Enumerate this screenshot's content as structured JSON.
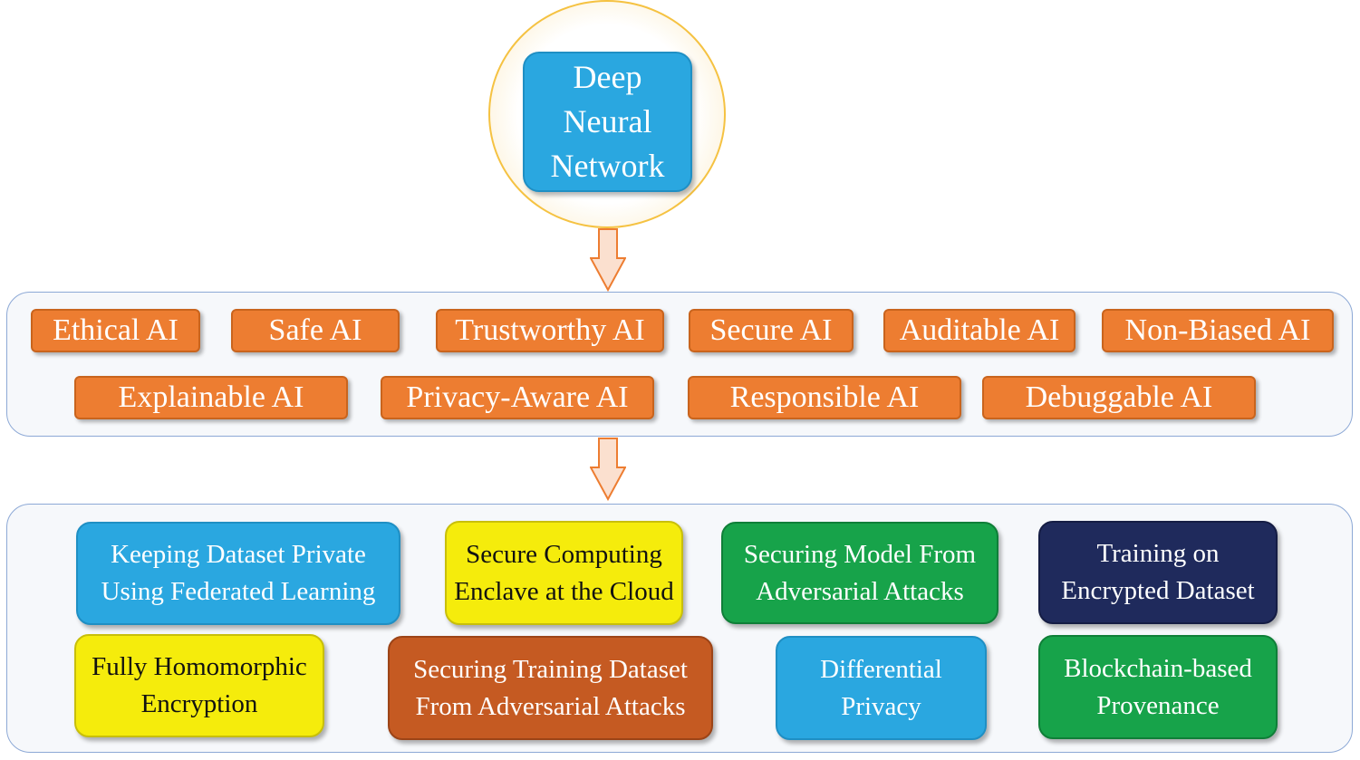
{
  "root": {
    "label": "Deep Neural Network"
  },
  "principles": [
    "Ethical AI",
    "Safe AI",
    "Trustworthy AI",
    "Secure AI",
    "Auditable AI",
    "Non-Biased AI",
    "Explainable AI",
    "Privacy-Aware AI",
    "Responsible AI",
    "Debuggable AI"
  ],
  "techniques": [
    "Keeping Dataset Private Using Federated Learning",
    "Secure Computing Enclave at the Cloud",
    "Securing Model From Adversarial Attacks",
    "Training on Encrypted Dataset",
    "Fully Homomorphic Encryption",
    "Securing Training Dataset From Adversarial Attacks",
    "Differential Privacy",
    "Blockchain-based Provenance"
  ],
  "colors": {
    "principle_fill": "#ed7d31",
    "blue": "#2aa7e0",
    "yellow": "#f5ec0c",
    "green": "#17a34a",
    "navy": "#1f2a5c",
    "rust": "#c55a22",
    "arrow_fill": "#fbe0cf",
    "arrow_stroke": "#ed7d31"
  }
}
